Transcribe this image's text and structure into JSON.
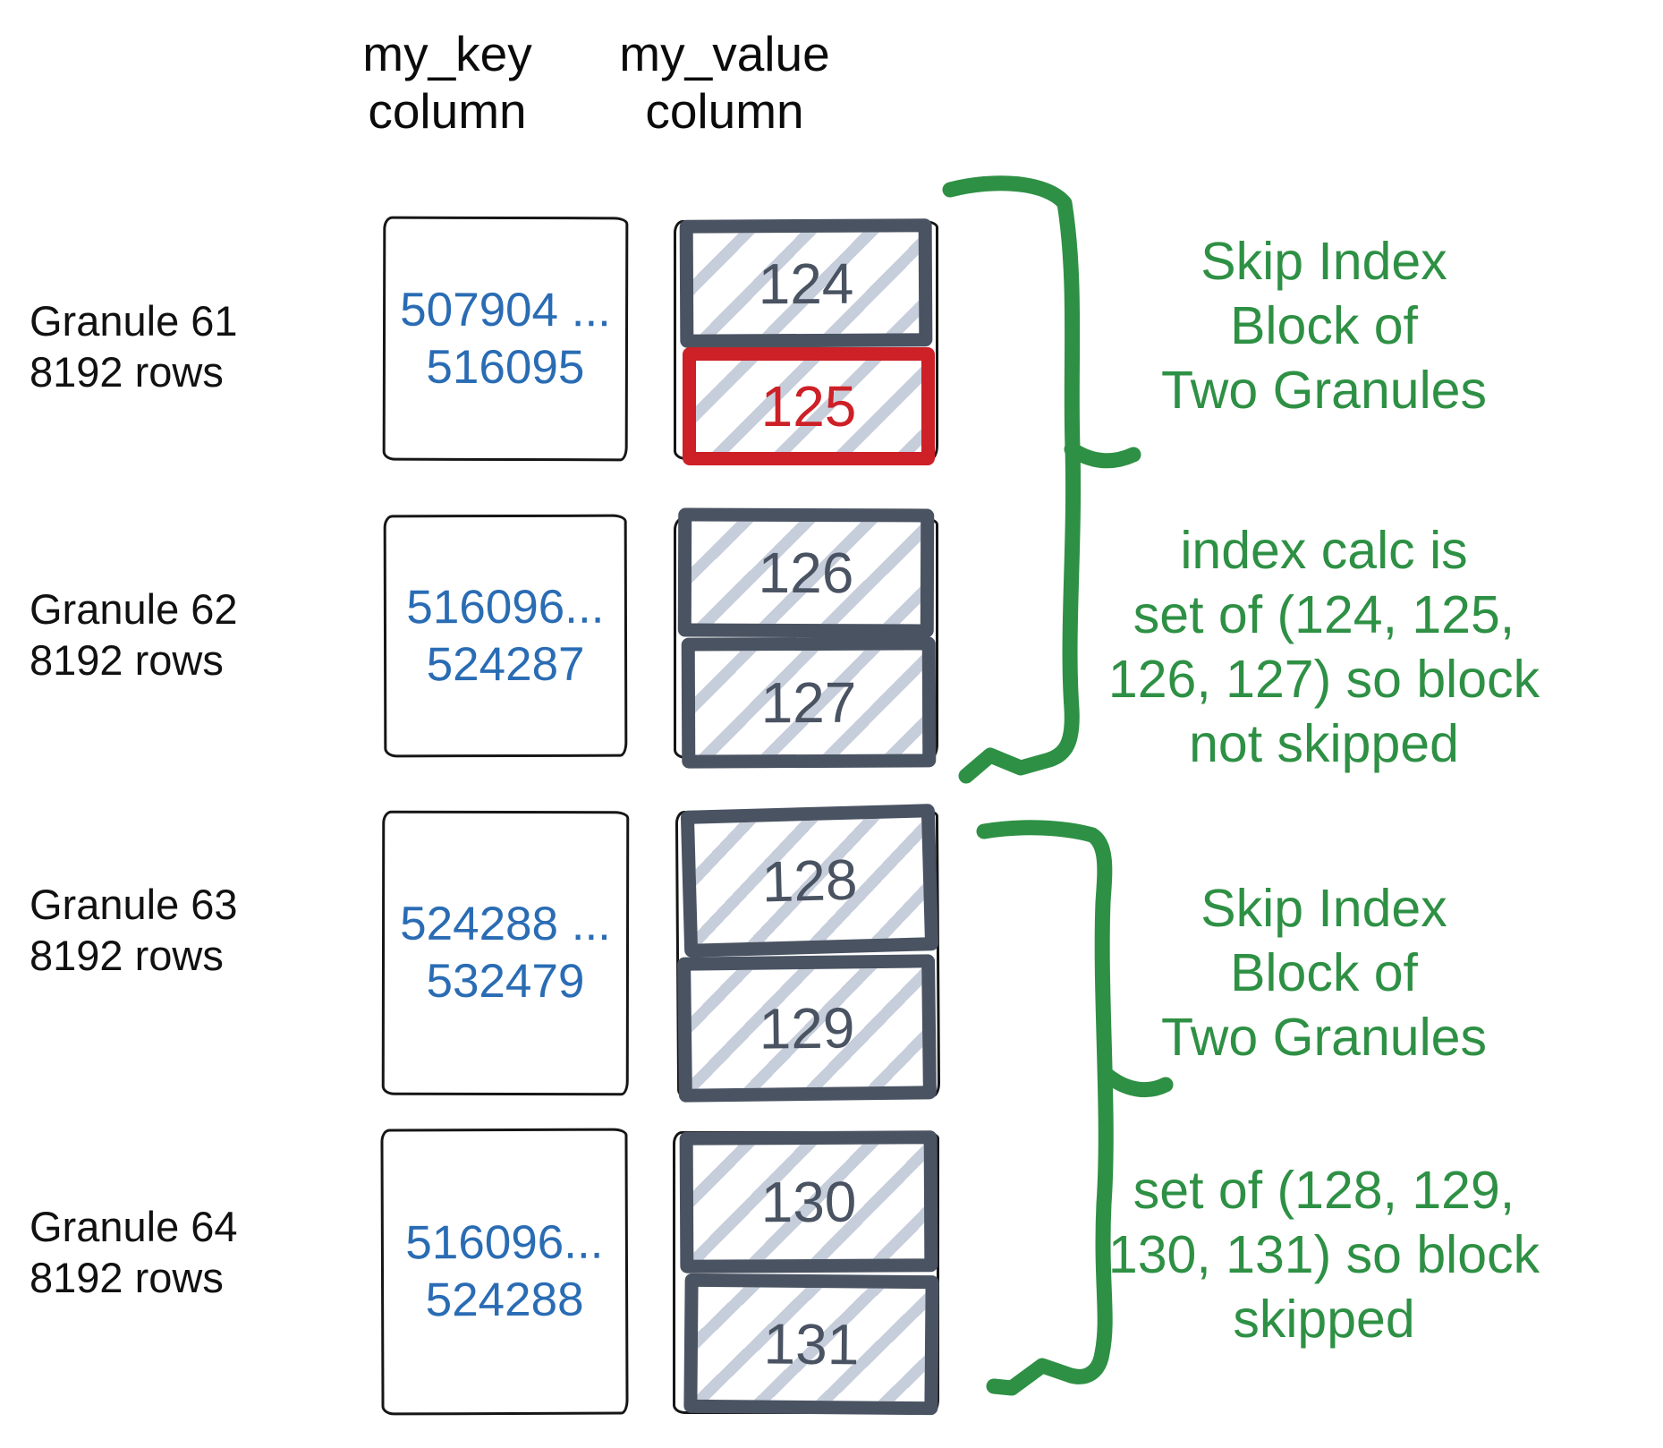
{
  "columns": {
    "key": {
      "title_lines": [
        "my_key",
        "column"
      ]
    },
    "value": {
      "title_lines": [
        "my_value",
        "column"
      ]
    }
  },
  "granules": [
    {
      "name": "Granule 61",
      "rows": "8192 rows",
      "key_range": [
        "507904 ...",
        "516095"
      ],
      "values": [
        {
          "label": "124",
          "highlight": false
        },
        {
          "label": "125",
          "highlight": true
        }
      ]
    },
    {
      "name": "Granule 62",
      "rows": "8192 rows",
      "key_range": [
        "516096...",
        "524287"
      ],
      "values": [
        {
          "label": "126",
          "highlight": false
        },
        {
          "label": "127",
          "highlight": false
        }
      ]
    },
    {
      "name": "Granule 63",
      "rows": "8192 rows",
      "key_range": [
        "524288 ...",
        "532479"
      ],
      "values": [
        {
          "label": "128",
          "highlight": false
        },
        {
          "label": "129",
          "highlight": false
        }
      ]
    },
    {
      "name": "Granule 64",
      "rows": "8192 rows",
      "key_range": [
        "516096...",
        "524288"
      ],
      "values": [
        {
          "label": "130",
          "highlight": false
        },
        {
          "label": "131",
          "highlight": false
        }
      ]
    }
  ],
  "annotations": [
    {
      "lines": [
        "Skip Index",
        "Block of",
        "Two Granules"
      ]
    },
    {
      "lines": [
        "index calc is",
        "set of (124, 125,",
        "126, 127) so block",
        "not skipped"
      ]
    },
    {
      "lines": [
        "Skip Index",
        "Block of",
        "Two Granules"
      ]
    },
    {
      "lines": [
        "set of (128, 129,",
        "130, 131) so block",
        "skipped"
      ]
    }
  ],
  "colors": {
    "ink": "#161616",
    "slate": "#4a5362",
    "red": "#cd2027",
    "green": "#2e9044",
    "blue": "#2a6cb4",
    "hatch": "#c7cedb"
  }
}
